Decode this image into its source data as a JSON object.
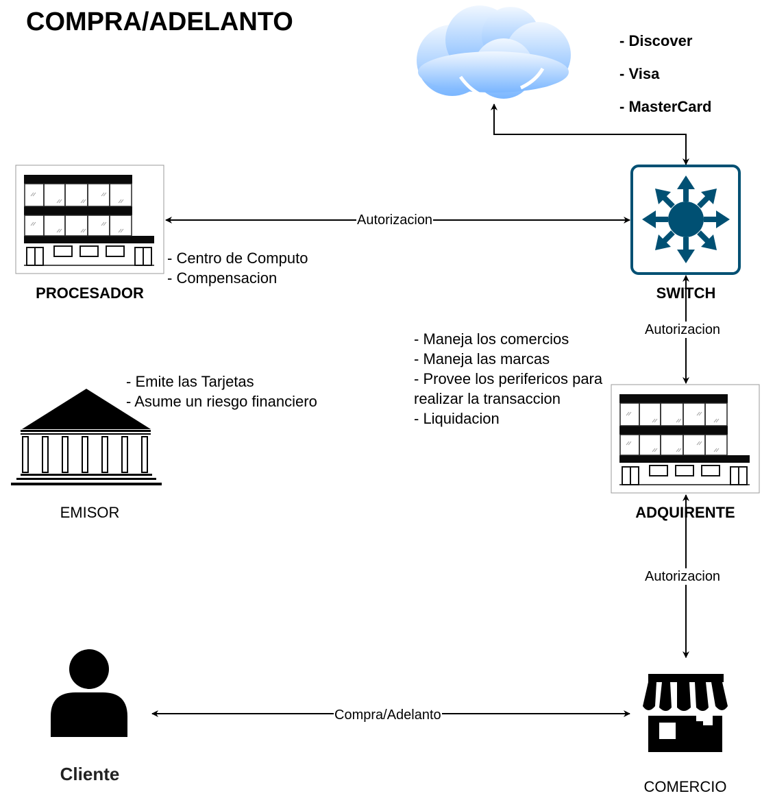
{
  "title": "COMPRA/ADELANTO",
  "brands": [
    "- Discover",
    "- Visa",
    "- MasterCard"
  ],
  "nodes": {
    "procesador": "PROCESADOR",
    "switch": "SWITCH",
    "emisor": "EMISOR",
    "adquirente": "ADQUIRENTE",
    "cliente": "Cliente",
    "comercio": "COMERCIO"
  },
  "notes": {
    "procesador": [
      "- Centro de Computo",
      "- Compensacion"
    ],
    "emisor": [
      "- Emite las Tarjetas",
      "- Asume un riesgo financiero"
    ],
    "adquirente": [
      "- Maneja los comercios",
      "- Maneja las marcas",
      "- Provee los perifericos para",
      "realizar la transaccion",
      "- Liquidacion"
    ]
  },
  "edges": {
    "procesador_switch": "Autorizacion",
    "switch_adquirente": "Autorizacion",
    "adquirente_comercio": "Autorizacion",
    "cliente_comercio": "Compra/Adelanto"
  },
  "colors": {
    "switch_fill": "#005073",
    "cloud_top": "#f0f7ff",
    "cloud_bottom": "#7ab6ff"
  },
  "icons": {
    "cloud": "cloud-icon",
    "switch": "network-switch-icon",
    "procesador": "office-building-icon",
    "adquirente": "office-building-icon",
    "emisor": "bank-icon",
    "cliente": "person-icon",
    "comercio": "store-icon"
  }
}
